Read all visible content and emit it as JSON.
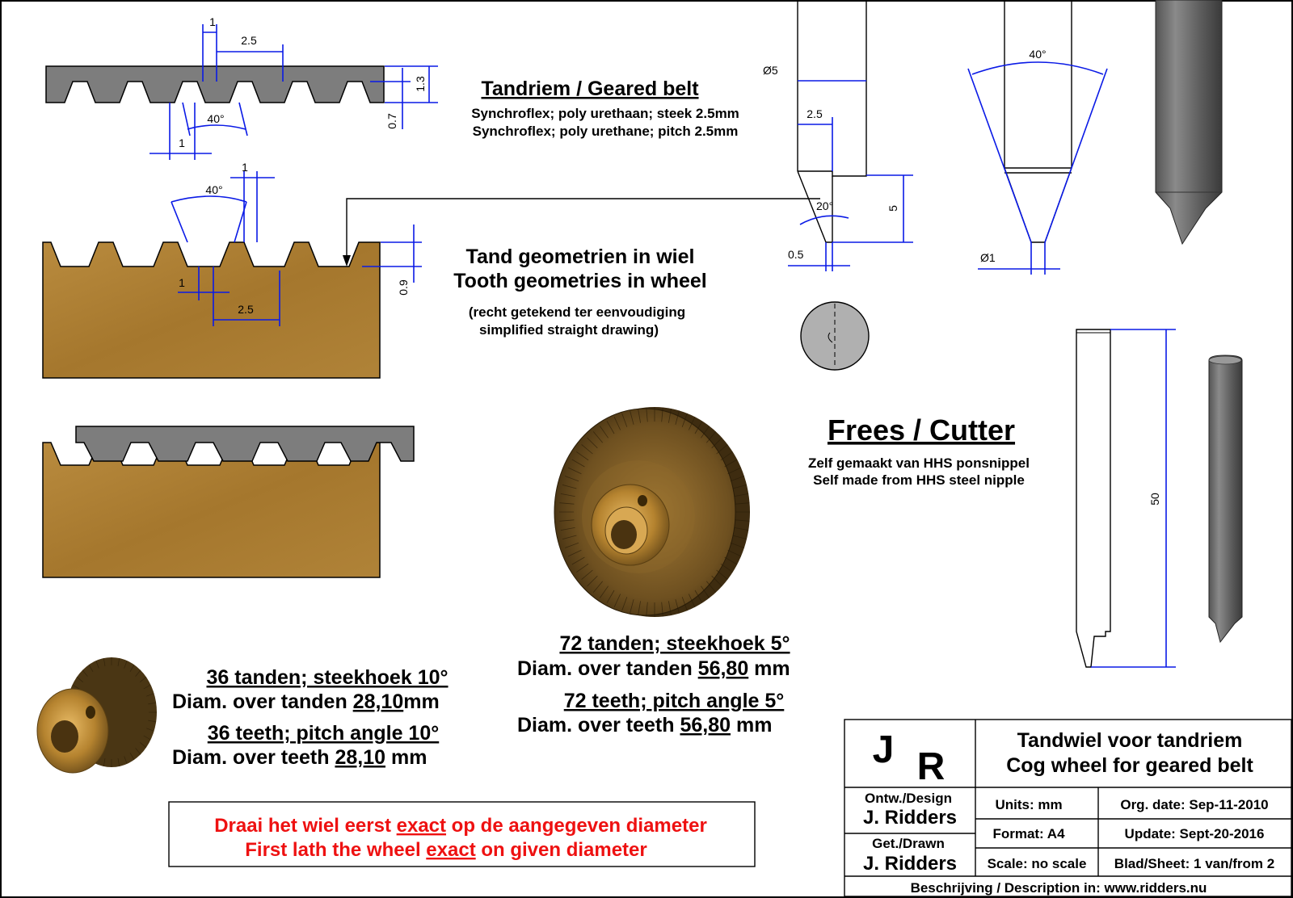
{
  "belt": {
    "title": "Tandriem / Geared belt",
    "line1": "Synchroflex; poly urethaan; steek 2.5mm",
    "line2": "Synchroflex; poly urethane; pitch 2.5mm",
    "dims": {
      "top_width": "1",
      "pitch": "2.5",
      "height": "1.3",
      "tooth_depth": "0.7",
      "angle": "40°",
      "bottom_width": "1"
    }
  },
  "wheel_teeth": {
    "title1": "Tand geometrien in wiel",
    "title2": "Tooth geometries in wheel",
    "note1": "(recht getekend ter eenvoudiging",
    "note2": "simplified straight drawing)",
    "dims": {
      "top_width": "1",
      "angle": "40°",
      "depth": "0.9",
      "bottom_width": "1",
      "pitch": "2.5"
    }
  },
  "cutter": {
    "title": "Frees / Cutter",
    "line1": "Zelf gemaakt van HHS ponsnippel",
    "line2": "Self made from HHS steel nipple",
    "dims": {
      "diameter": "Ø5",
      "flat": "2.5",
      "tip_angle": "20°",
      "tip_length": "5",
      "tip_width": "0.5",
      "cone_angle": "40°",
      "tip_diameter": "Ø1",
      "length": "50"
    }
  },
  "small_wheel": {
    "line1_pre": "36 tanden; steekhoek 10°",
    "line2_pre": "Diam. over tanden ",
    "line2_val": "28,10",
    "line2_unit": "mm",
    "line3": "36 teeth; pitch angle 10°",
    "line4_pre": "Diam. over teeth ",
    "line4_val": "28,10",
    "line4_unit": " mm"
  },
  "large_wheel": {
    "line1": "72 tanden; steekhoek 5°",
    "line2_pre": "Diam. over tanden ",
    "line2_val": "56,80",
    "line2_unit": " mm",
    "line3": "72 teeth; pitch angle 5°",
    "line4_pre": "Diam. over teeth ",
    "line4_val": "56,80",
    "line4_unit": " mm"
  },
  "warning": {
    "line1_pre": "Draai het wiel eerst ",
    "line1_em": "exact",
    "line1_post": " op de aangegeven diameter",
    "line2_pre": "First lath the wheel ",
    "line2_em": "exact",
    "line2_post": " on given diameter"
  },
  "titleblock": {
    "logo_j": "J",
    "logo_r": "R",
    "title1": "Tandwiel voor tandriem",
    "title2": "Cog wheel for geared belt",
    "design_label": "Ontw./Design",
    "design_name": "J. Ridders",
    "drawn_label": "Get./Drawn",
    "drawn_name": "J. Ridders",
    "units": "Units: mm",
    "format": "Format: A4",
    "scale": "Scale: no scale",
    "org_date": "Org. date: Sep-11-2010",
    "update": "Update: Sept-20-2016",
    "sheet": "Blad/Sheet: 1 van/from 2",
    "description": "Beschrijving / Description in:  www.ridders.nu"
  },
  "colors": {
    "dimension": "#0a1ae6",
    "bronze": "#a8782e",
    "steel": "#6e6e6e",
    "warning": "#ee1111"
  }
}
